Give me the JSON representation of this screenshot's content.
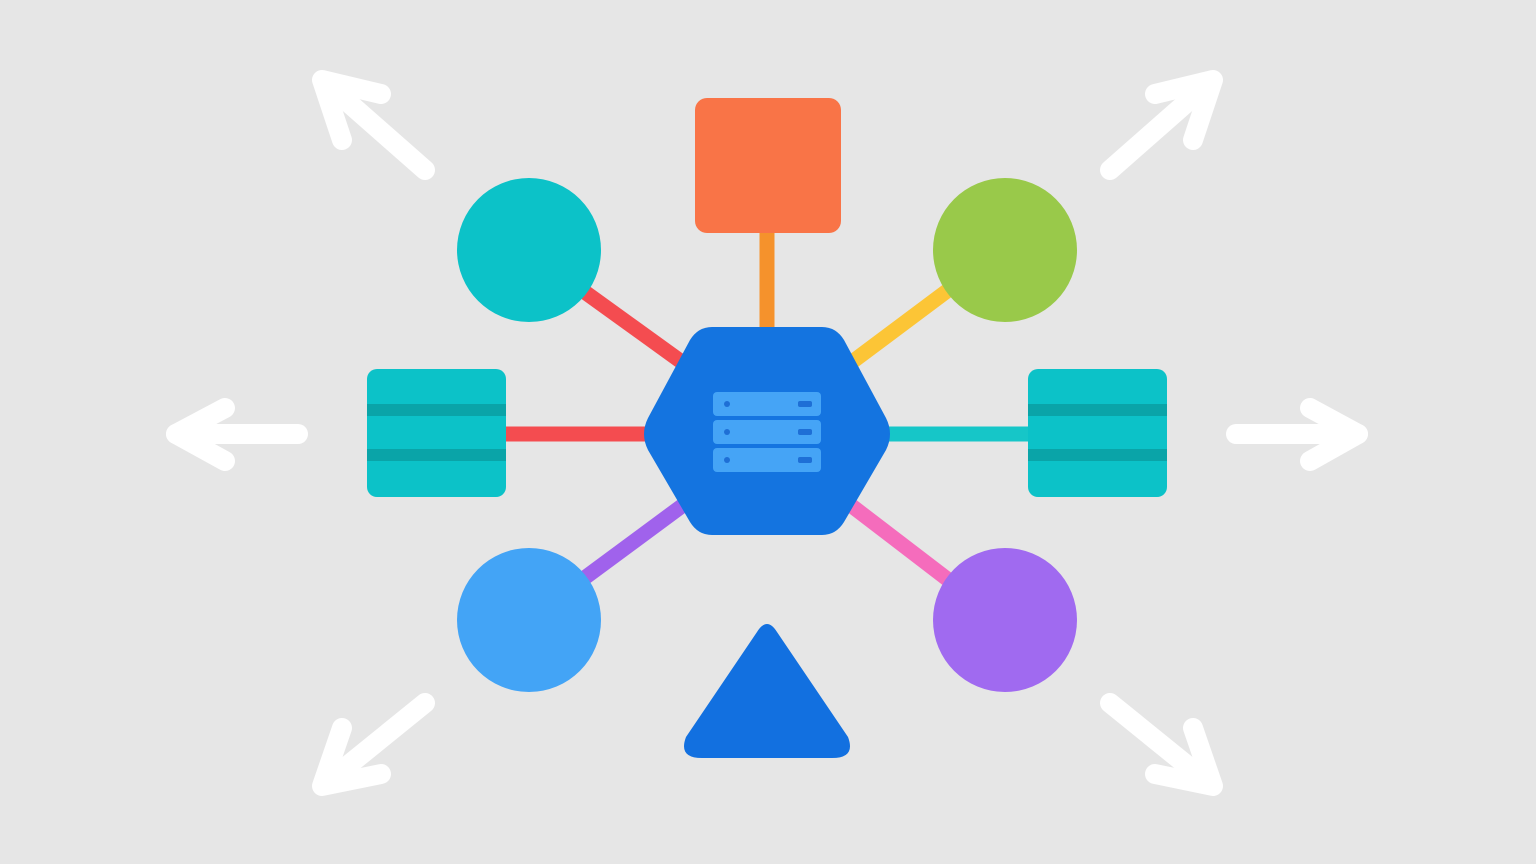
{
  "colors": {
    "background": "#e6e6e6",
    "arrow": "#ffffff",
    "hub_fill": "#1474e0",
    "hub_rack_slot": "#45a4f6",
    "hub_rack_led": "#1e6fd6",
    "teal": "#0cc2c8",
    "teal_band": "#0aa4a8",
    "orange_square": "#f97447",
    "green_circle": "#99c94a",
    "blue_circle": "#43a4f6",
    "purple_circle": "#a06af0",
    "blue_triangle": "#1270e0",
    "line_red": "#f44c50",
    "line_orange": "#f5922c",
    "line_yellow": "#fcc536",
    "line_teal": "#16c6c8",
    "line_violet": "#a062ec",
    "line_pink": "#f56cbc"
  },
  "icons": {
    "hub": "server-rack-icon",
    "arrow": "arrow-icon"
  },
  "nodes": [
    {
      "id": "top-left-circle",
      "shape": "circle",
      "color_key": "teal"
    },
    {
      "id": "top-square",
      "shape": "rounded-square",
      "color_key": "orange_square"
    },
    {
      "id": "top-right-circle",
      "shape": "circle",
      "color_key": "green_circle"
    },
    {
      "id": "left-rack",
      "shape": "striped-rectangle",
      "color_key": "teal"
    },
    {
      "id": "right-rack",
      "shape": "striped-rectangle",
      "color_key": "teal"
    },
    {
      "id": "bottom-left-circle",
      "shape": "circle",
      "color_key": "blue_circle"
    },
    {
      "id": "bottom-right-circle",
      "shape": "circle",
      "color_key": "purple_circle"
    },
    {
      "id": "bottom-triangle",
      "shape": "triangle",
      "color_key": "blue_triangle"
    }
  ],
  "edges": [
    {
      "from": "hub",
      "to": "top-left-circle",
      "color_key": "line_red"
    },
    {
      "from": "hub",
      "to": "top-square",
      "color_key": "line_orange"
    },
    {
      "from": "hub",
      "to": "top-right-circle",
      "color_key": "line_yellow"
    },
    {
      "from": "hub",
      "to": "left-rack",
      "color_key": "line_red"
    },
    {
      "from": "hub",
      "to": "right-rack",
      "color_key": "line_teal"
    },
    {
      "from": "hub",
      "to": "bottom-left-circle",
      "color_key": "line_violet"
    },
    {
      "from": "hub",
      "to": "bottom-right-circle",
      "color_key": "line_pink"
    }
  ],
  "arrows": [
    {
      "direction": "up-left"
    },
    {
      "direction": "up-right"
    },
    {
      "direction": "left"
    },
    {
      "direction": "right"
    },
    {
      "direction": "down-left"
    },
    {
      "direction": "down-right"
    }
  ]
}
